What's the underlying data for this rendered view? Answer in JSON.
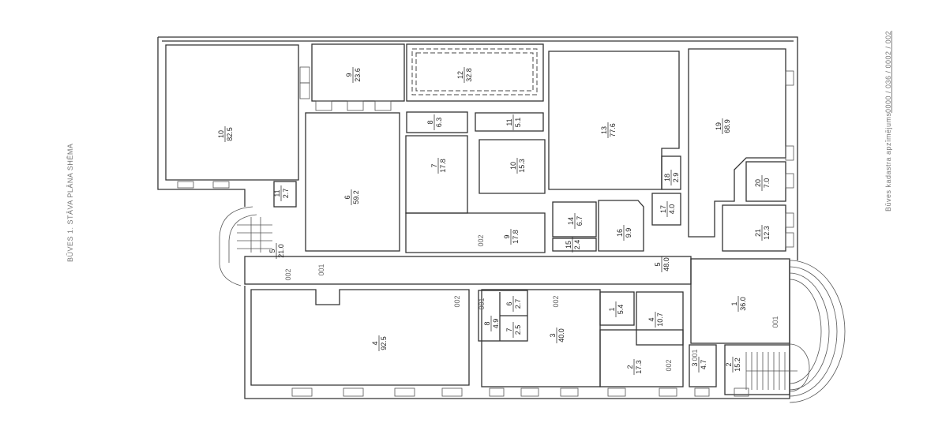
{
  "title": "BŪVES 1. STĀVA PLĀNA SHĒMA",
  "cadastre_label": "Būves kadastra apzīmējums",
  "cadastre_code": "0000 / 036 / 0002 / 002",
  "rooms": [
    {
      "id": "10",
      "area": "82.5"
    },
    {
      "id": "9",
      "area": "23.6"
    },
    {
      "id": "12",
      "area": "32.8"
    },
    {
      "id": "8",
      "area": "6.3"
    },
    {
      "id": "11",
      "area": "5.1"
    },
    {
      "id": "7",
      "area": "17.8"
    },
    {
      "id": "10",
      "area": "15.3"
    },
    {
      "id": "6",
      "area": "59.2"
    },
    {
      "id": "13",
      "area": "77.6"
    },
    {
      "id": "19",
      "area": "68.9"
    },
    {
      "id": "18",
      "area": "2.9"
    },
    {
      "id": "20",
      "area": "7.0"
    },
    {
      "id": "17",
      "area": "4.0"
    },
    {
      "id": "14",
      "area": "6.7"
    },
    {
      "id": "15",
      "area": "2.4"
    },
    {
      "id": "16",
      "area": "9.9"
    },
    {
      "id": "21",
      "area": "12.3"
    },
    {
      "id": "11",
      "area": "2.7"
    },
    {
      "id": "5",
      "area": "21.0"
    },
    {
      "id": "9",
      "area": "17.8"
    },
    {
      "id": "5",
      "area": "48.0"
    },
    {
      "id": "1",
      "area": "36.0"
    },
    {
      "id": "4",
      "area": "92.5"
    },
    {
      "id": "8",
      "area": "4.9"
    },
    {
      "id": "6",
      "area": "2.7"
    },
    {
      "id": "7",
      "area": "2.5"
    },
    {
      "id": "3",
      "area": "40.0"
    },
    {
      "id": "1",
      "area": "5.4"
    },
    {
      "id": "4",
      "area": "10.7"
    },
    {
      "id": "2",
      "area": "17.3"
    },
    {
      "id": "3",
      "area": "4.7"
    },
    {
      "id": "2",
      "area": "15.2"
    }
  ],
  "zones": [
    "001",
    "002",
    "002",
    "001",
    "002",
    "002",
    "001",
    "001",
    "002"
  ]
}
